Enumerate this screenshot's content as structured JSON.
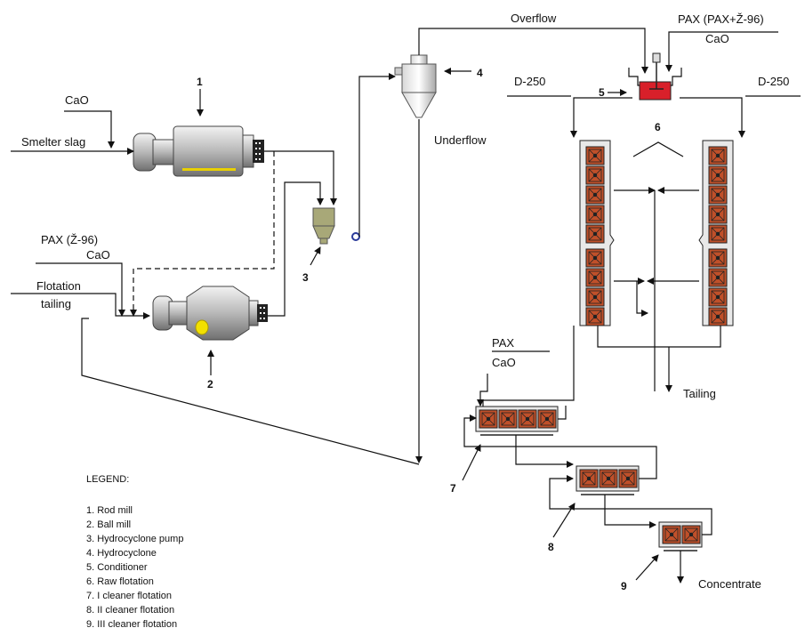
{
  "labels": {
    "cao_top": "CaO",
    "smelter_slag": "Smelter slag",
    "pax_z96": "PAX (Ž-96)",
    "cao_mid": "CaO",
    "flotation_tailing_1": "Flotation",
    "flotation_tailing_2": "tailing",
    "overflow": "Overflow",
    "pax_pax_z96": "PAX (PAX+Ž-96)",
    "cao_cond": "CaO",
    "d250_left": "D-250",
    "d250_right": "D-250",
    "underflow": "Underflow",
    "pax_clean": "PAX",
    "cao_clean": "CaO",
    "tailing": "Tailing",
    "concentrate": "Concentrate"
  },
  "numbers": {
    "n1": "1",
    "n2": "2",
    "n3": "3",
    "n4": "4",
    "n5": "5",
    "n6": "6",
    "n7": "7",
    "n8": "8",
    "n9": "9"
  },
  "legend": {
    "title": "LEGEND:",
    "items": [
      "1. Rod mill",
      "2. Ball mill",
      "3. Hydrocyclone pump",
      "4. Hydrocyclone",
      "5. Conditioner",
      "6. Raw flotation",
      "7. I cleaner flotation",
      "8. II cleaner flotation",
      "9. III cleaner flotation"
    ]
  },
  "colors": {
    "cell_fill": "#c0502a",
    "conditioner_fill": "#d8202a",
    "mill_fill": "#c8c8c8",
    "pump_fill": "#a8a878",
    "ball_marker": "#f2e000",
    "rod_marker": "#e8d000"
  }
}
